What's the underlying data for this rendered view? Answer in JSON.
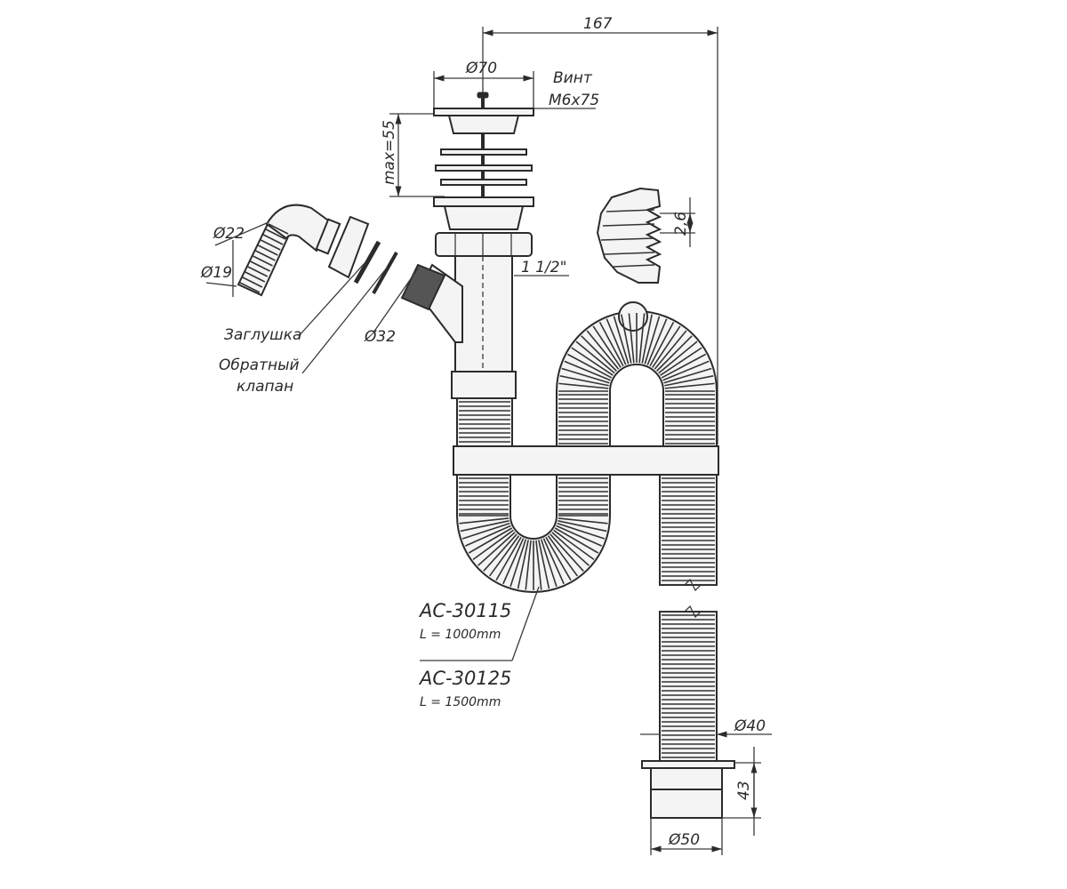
{
  "dimensions": {
    "overall_width": "167",
    "outlet_diameter": "Ø70",
    "screw_label": "Винт",
    "screw_size": "M6x75",
    "max_height": "max=55",
    "thread": "1 1/2\"",
    "d22": "Ø22",
    "d19": "Ø19",
    "d32": "Ø32",
    "corrugation_pitch": "2,6",
    "d40": "Ø40",
    "d50": "Ø50",
    "end_height": "43"
  },
  "labels": {
    "plug": "Заглушка",
    "check_valve_line1": "Обратный",
    "check_valve_line2": "клапан"
  },
  "variants": [
    {
      "model": "AC-30115",
      "length": "L = 1000mm"
    },
    {
      "model": "AC-30125",
      "length": "L = 1500mm"
    }
  ],
  "colors": {
    "ink": "#2b2b2b",
    "fill": "#f4f4f4"
  }
}
